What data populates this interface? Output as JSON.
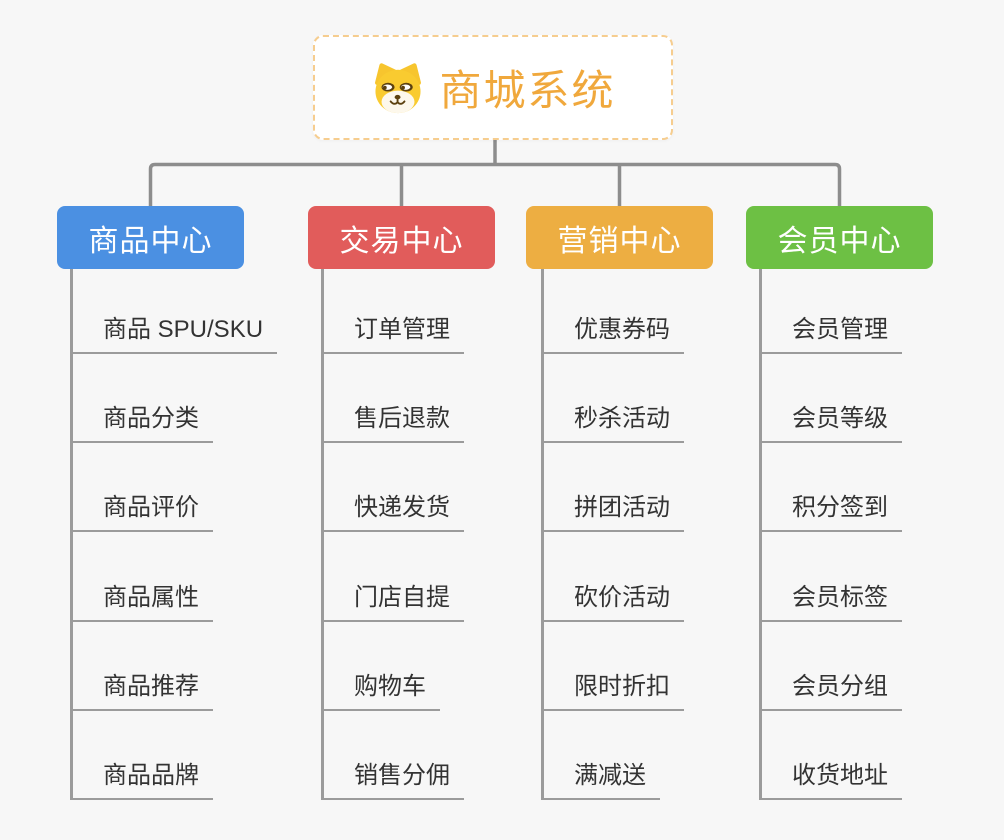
{
  "page": {
    "background": "#f7f7f7",
    "connector_color": "#8d8d8d",
    "spine_color": "#9b9b9b"
  },
  "root": {
    "title": "商城系统",
    "icon": "dog-mascot-icon",
    "text_color": "#f0a83c",
    "border_color": "#f6cd8f"
  },
  "branches": [
    {
      "label": "商品中心",
      "color": "#4b90e2",
      "items": [
        "商品 SPU/SKU",
        "商品分类",
        "商品评价",
        "商品属性",
        "商品推荐",
        "商品品牌"
      ]
    },
    {
      "label": "交易中心",
      "color": "#e15c5b",
      "items": [
        "订单管理",
        "售后退款",
        "快递发货",
        "门店自提",
        "购物车",
        "销售分佣"
      ]
    },
    {
      "label": "营销中心",
      "color": "#edae42",
      "items": [
        "优惠券码",
        "秒杀活动",
        "拼团活动",
        "砍价活动",
        "限时折扣",
        "满减送"
      ]
    },
    {
      "label": "会员中心",
      "color": "#6dc044",
      "items": [
        "会员管理",
        "会员等级",
        "积分签到",
        "会员标签",
        "会员分组",
        "收货地址"
      ]
    }
  ]
}
